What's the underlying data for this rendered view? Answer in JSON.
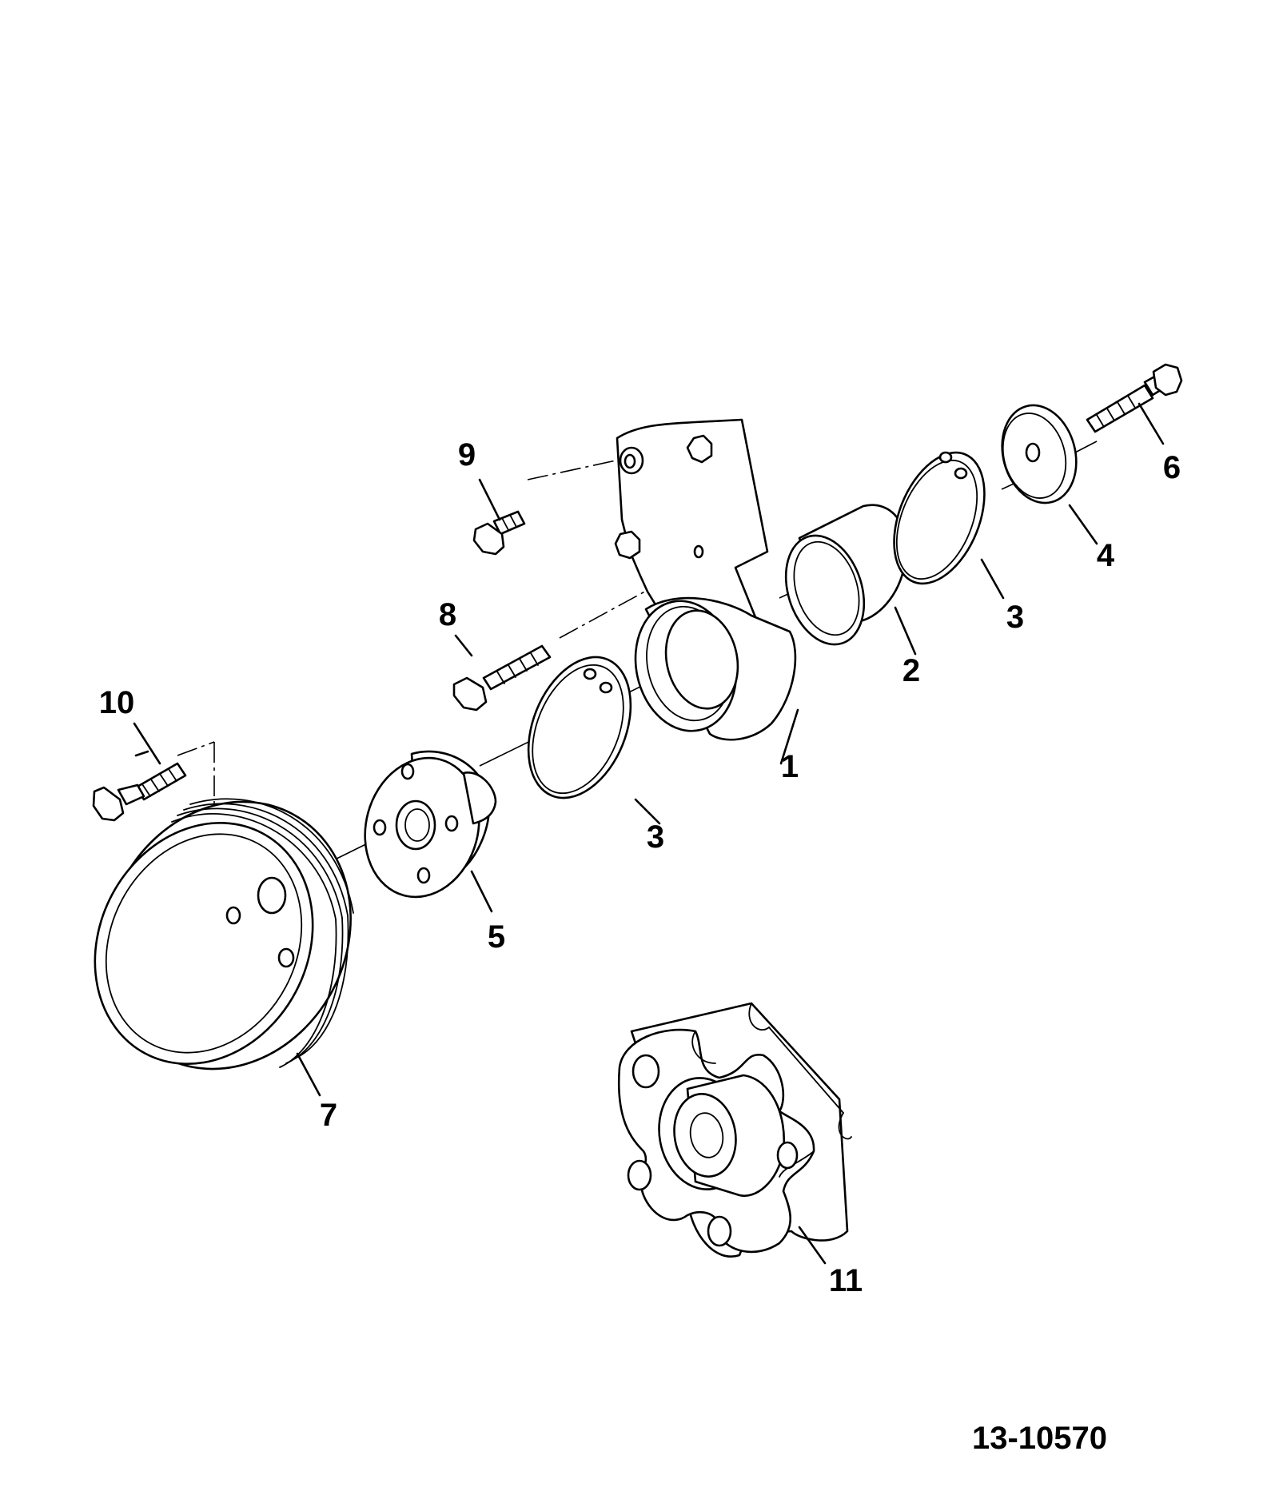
{
  "figure_number": "13-10570",
  "callouts": [
    {
      "id": "c1",
      "label": "1"
    },
    {
      "id": "c2",
      "label": "2"
    },
    {
      "id": "c3a",
      "label": "3"
    },
    {
      "id": "c3b",
      "label": "3"
    },
    {
      "id": "c4",
      "label": "4"
    },
    {
      "id": "c5",
      "label": "5"
    },
    {
      "id": "c6",
      "label": "6"
    },
    {
      "id": "c7",
      "label": "7"
    },
    {
      "id": "c8",
      "label": "8"
    },
    {
      "id": "c9",
      "label": "9"
    },
    {
      "id": "c10",
      "label": "10"
    },
    {
      "id": "c11",
      "label": "11"
    }
  ]
}
